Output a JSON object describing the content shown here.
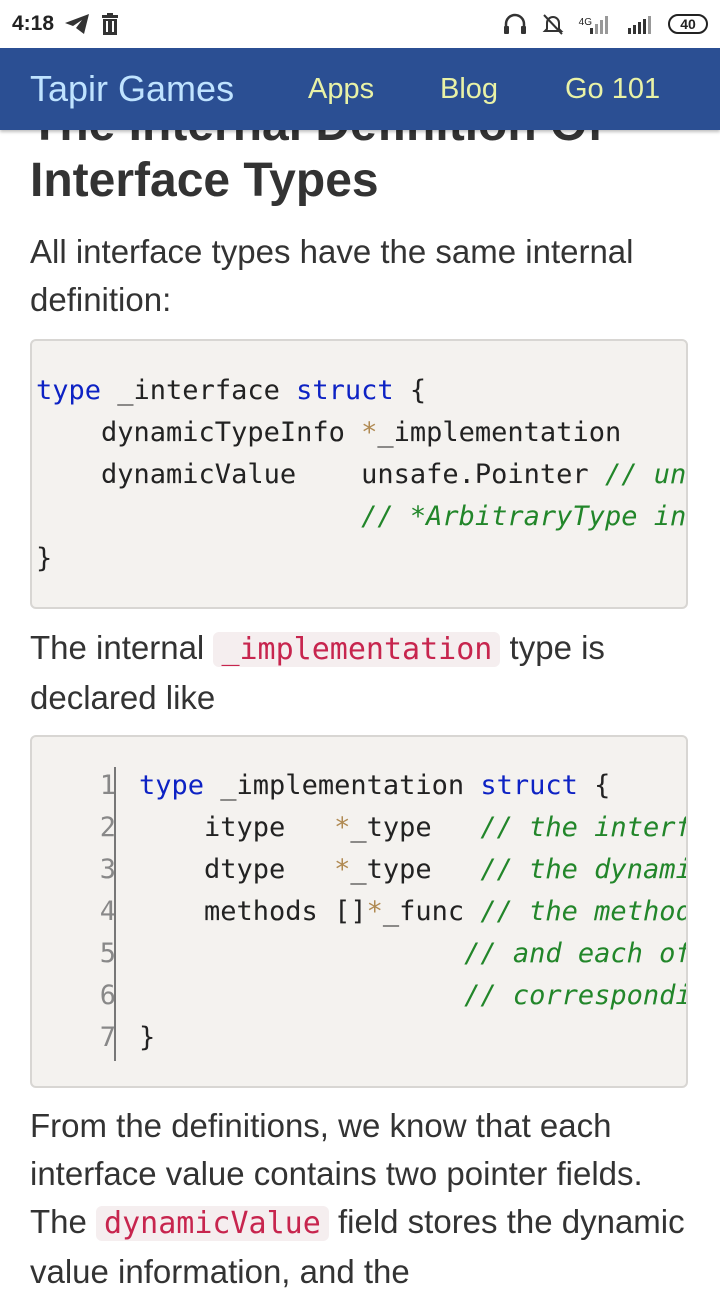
{
  "status_bar": {
    "time": "4:18",
    "left_icons": [
      "telegram-icon",
      "trash-icon"
    ],
    "right_icons": [
      "headphones-icon",
      "bell-muted-icon",
      "signal-4g-icon",
      "signal-icon"
    ],
    "network": "4G",
    "battery": "40"
  },
  "nav": {
    "brand": "Tapir Games",
    "links": [
      "Apps",
      "Blog",
      "Go 101"
    ],
    "colors": {
      "bar": "#2b4f93",
      "brand": "#bfe3ff",
      "link": "#e9f2a6"
    }
  },
  "article": {
    "heading_partial": "The Internal Definition Of",
    "heading": "Interface Types",
    "p1": "All interface types have the same internal definition:",
    "code1": {
      "kw_type": "type",
      "name": " _interface ",
      "kw_struct": "struct",
      "open": " {",
      "f1_name": "    dynamicTypeInfo ",
      "f1_ptr": "*",
      "f1_type": "_implementation",
      "f2_name": "    dynamicValue    ",
      "f2_type": "unsafe.Pointer ",
      "f2_comment": "// unsafe.Pointer means",
      "f3_pad": "                    ",
      "f3_comment": "// *ArbitraryType in Go.",
      "close": "}"
    },
    "p2_before": "The internal ",
    "p2_code": "_implementation",
    "p2_after": " type is declared like",
    "code2": {
      "line_numbers": [
        "1",
        "2",
        "3",
        "4",
        "5",
        "6",
        "7"
      ],
      "l1_kw_type": "type",
      "l1_name": " _implementation ",
      "l1_kw_struct": "struct",
      "l1_open": " {",
      "l2_name": "    itype   ",
      "l2_ptr": "*",
      "l2_type": "_type   ",
      "l2_comment": "// the interface type.",
      "l3_name": "    dtype   ",
      "l3_ptr": "*",
      "l3_type": "_type   ",
      "l3_comment": "// the dynamic type, which must implement itype.",
      "l4_name": "    methods []",
      "l4_ptr": "*",
      "l4_type": "_func ",
      "l4_comment": "// the methods which are defined on dtype",
      "l5_pad": "                    ",
      "l5_comment": "// and each of them implements a",
      "l6_pad": "                    ",
      "l6_comment": "// corresponding method declared in itype.",
      "l7_close": "}"
    },
    "p3_before": "From the definitions, we know that each interface value contains two pointer fields. The ",
    "p3_code": "dynamicValue",
    "p3_after": " field stores the dynamic value information, and the"
  }
}
